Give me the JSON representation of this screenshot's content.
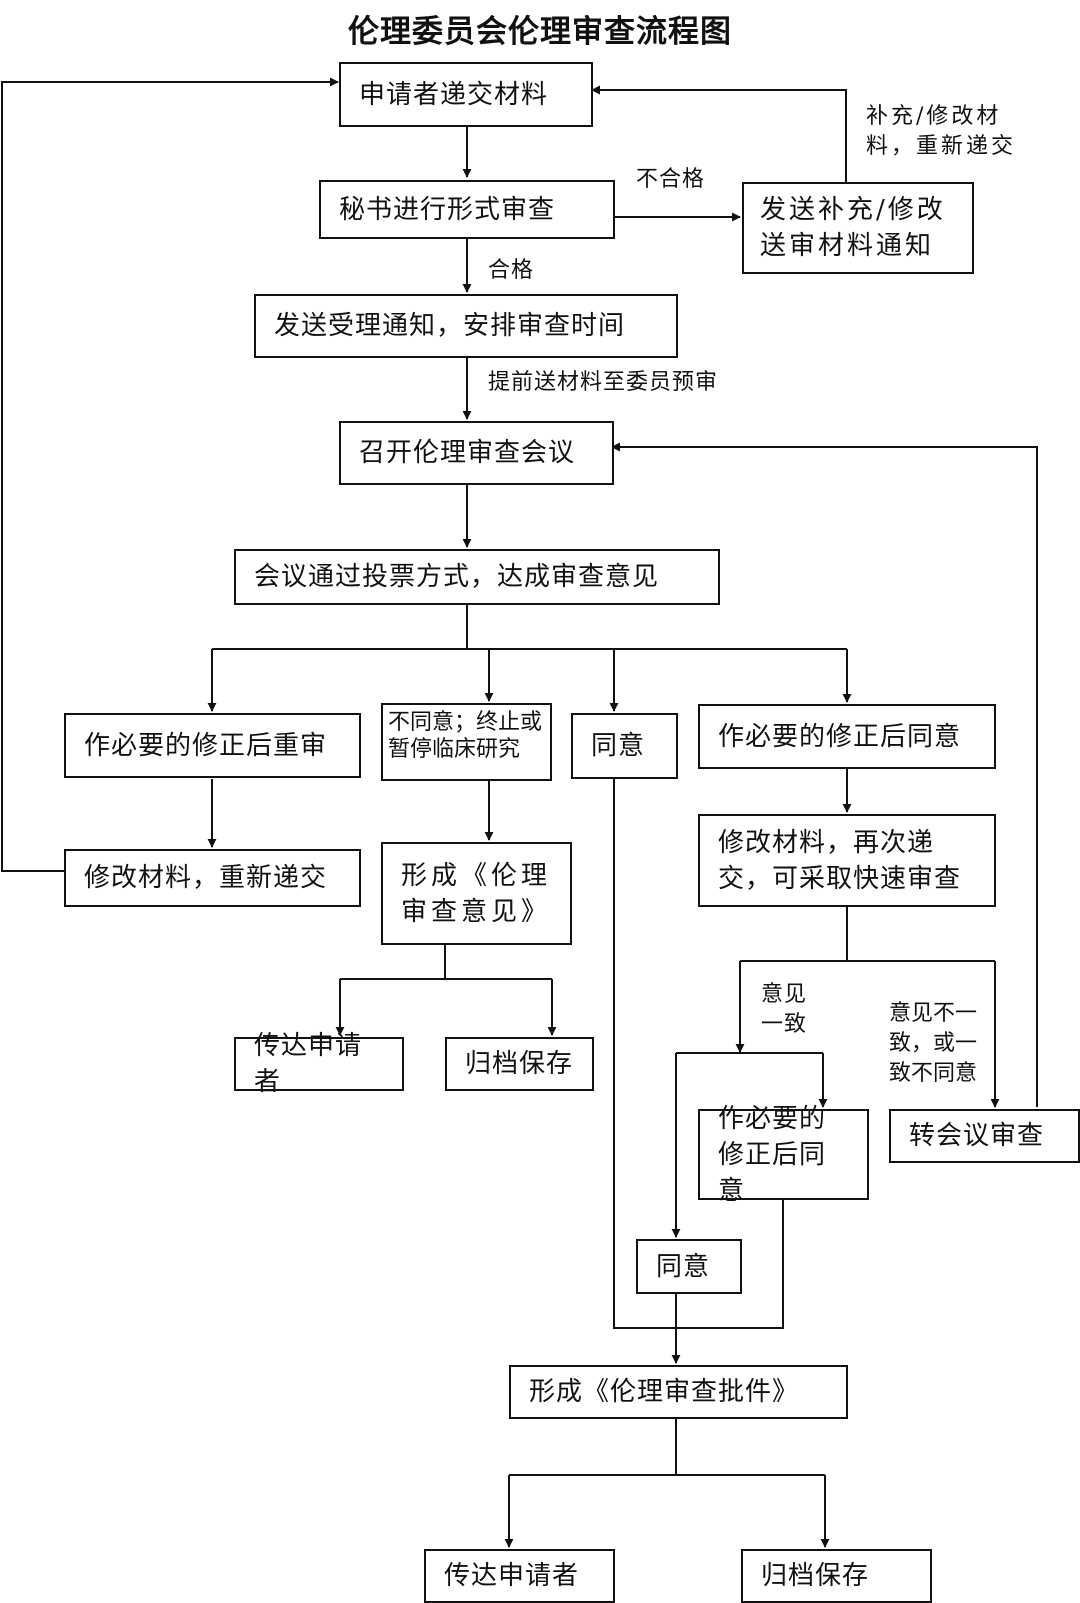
{
  "title": "伦理委员会伦理审查流程图",
  "boxes": {
    "submit": "申请者递交材料",
    "formal_review": "秘书进行形式审查",
    "notify_supplement": "发送补充/修改送审材料通知",
    "notify_accept": "发送受理通知，安排审查时间",
    "meeting": "召开伦理审查会议",
    "vote": "会议通过投票方式，达成审查意见",
    "revise_rereview": "作必要的修正后重审",
    "disagree": "不同意；终止或暂停临床研究",
    "agree": "同意",
    "revise_agree": "作必要的修正后同意",
    "resubmit": "修改材料，重新递交",
    "form_opinion": "形成《伦理审查意见》",
    "modify_fast": "修改材料，再次递交，可采取快速审查",
    "notify_applicant_1": "传达申请者",
    "archive_1": "归档保存",
    "revise_agree_2": "作必要的修正后同意",
    "to_meeting": "转会议审查",
    "agree_2": "同意",
    "form_approval": "形成《伦理审查批件》",
    "notify_applicant_2": "传达申请者",
    "archive_2": "归档保存"
  },
  "labels": {
    "supplement_resubmit": "补充/修改材料，重新递交",
    "unqualified": "不合格",
    "qualified": "合格",
    "preview": "提前送材料至委员预审",
    "consistent": "意见一致",
    "inconsistent": "意见不一致，或一致不同意"
  }
}
